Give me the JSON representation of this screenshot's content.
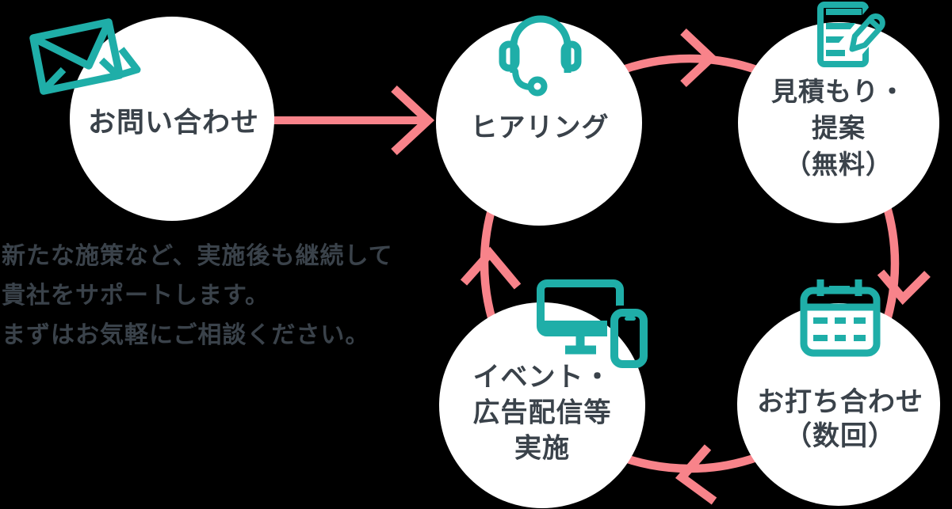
{
  "colors": {
    "teal": "#1FAEA8",
    "pink": "#F8838A",
    "text": "#3A424A",
    "circle": "#FFFFFF",
    "background": "#000000"
  },
  "steps": [
    {
      "id": "inquiry",
      "icon": "envelope-icon",
      "lines": [
        "お問い合わせ"
      ]
    },
    {
      "id": "hearing",
      "icon": "headset-icon",
      "lines": [
        "ヒアリング"
      ]
    },
    {
      "id": "estimate",
      "icon": "document-pencil-icon",
      "lines": [
        "見積もり・",
        "提案",
        "（無料）"
      ]
    },
    {
      "id": "meeting",
      "icon": "calendar-icon",
      "lines": [
        "お打ち合わせ",
        "（数回）"
      ]
    },
    {
      "id": "implementation",
      "icon": "devices-icon",
      "lines": [
        "イベント・",
        "広告配信等",
        "実施"
      ]
    }
  ],
  "note": {
    "lines": [
      "新たな施策など、実施後も継続して",
      "貴社をサポートします。",
      "まずはお気軽にご相談ください。"
    ]
  },
  "flow": {
    "direction": "clockwise",
    "arrows": [
      "inquiry-to-hearing",
      "hearing-to-estimate",
      "estimate-to-meeting",
      "meeting-to-implementation",
      "implementation-to-hearing"
    ]
  }
}
